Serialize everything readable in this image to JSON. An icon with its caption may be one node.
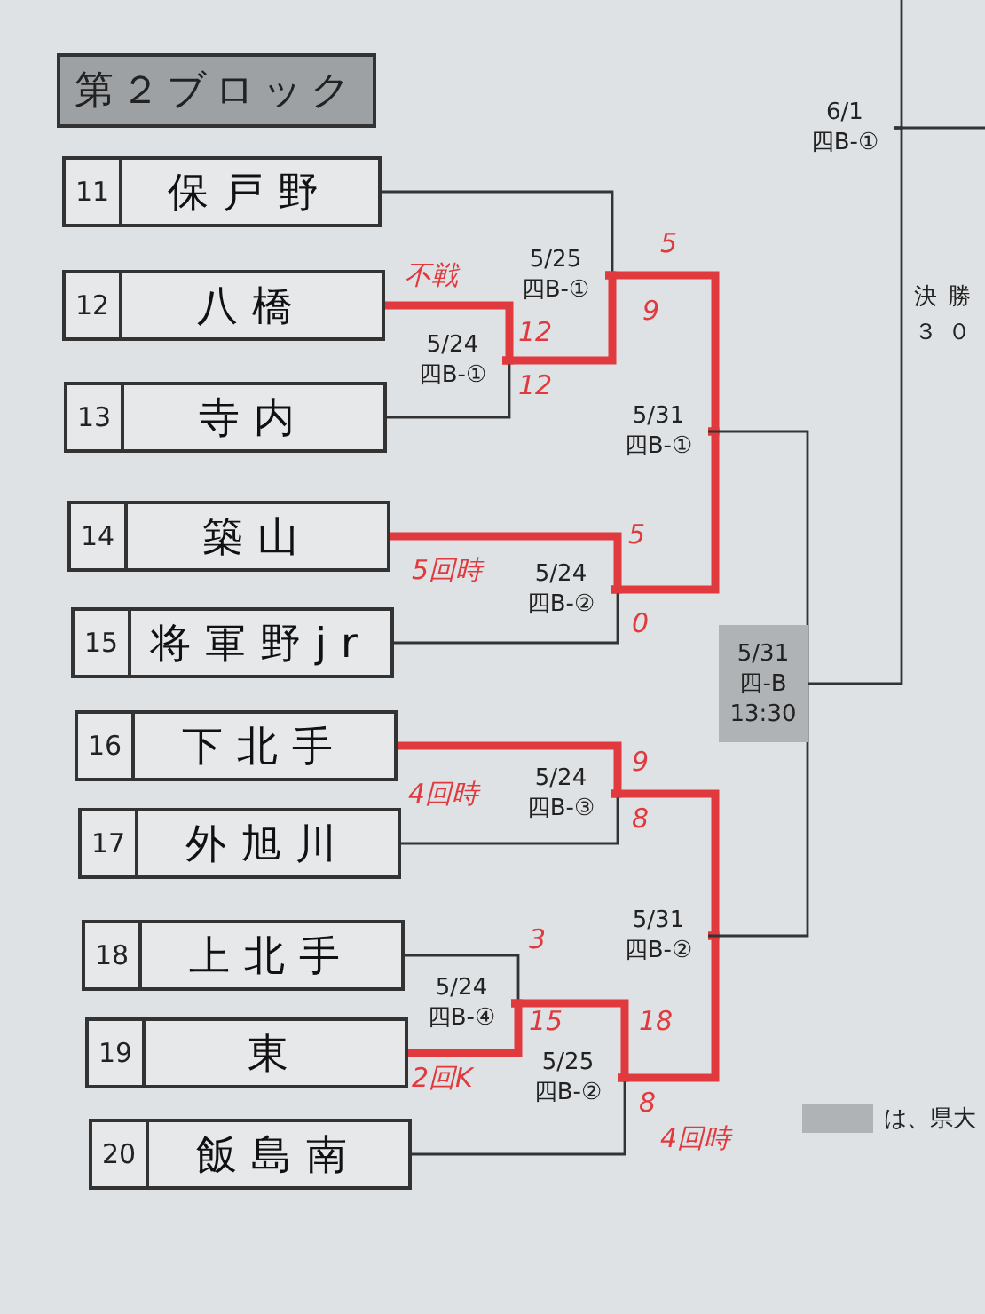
{
  "diagram": {
    "nodes": [
      {
        "text": [
          "第２ブロック"
        ]
      },
      {
        "text": [
          "11",
          "保戸野"
        ]
      },
      {
        "text": [
          "12",
          "八橋"
        ]
      },
      {
        "text": [
          "13",
          "寺内"
        ]
      },
      {
        "text": [
          "14",
          "築山"
        ]
      },
      {
        "text": [
          "15",
          "将軍野jr"
        ]
      },
      {
        "text": [
          "16",
          "下北手"
        ]
      },
      {
        "text": [
          "17",
          "外旭川"
        ]
      },
      {
        "text": [
          "18",
          "上北手"
        ]
      },
      {
        "text": [
          "19",
          "東"
        ]
      },
      {
        "text": [
          "20",
          "飯島南"
        ]
      },
      {
        "text": [
          "5/24",
          "四B-①"
        ]
      },
      {
        "text": [
          "5/25",
          "四B-①"
        ]
      },
      {
        "text": [
          "5/24",
          "四B-②"
        ]
      },
      {
        "text": [
          "5/31",
          "四B-①"
        ]
      },
      {
        "text": [
          "5/24",
          "四B-③"
        ]
      },
      {
        "text": [
          "5/24",
          "四B-④"
        ]
      },
      {
        "text": [
          "5/25",
          "四B-②"
        ]
      },
      {
        "text": [
          "5/31",
          "四B-②"
        ]
      },
      {
        "text": [
          "5/31",
          "四-B",
          "13:30"
        ]
      },
      {
        "text": [
          "6/1",
          "四B-①"
        ]
      }
    ],
    "edges": [
      {
        "from": 2,
        "to": 11,
        "arrow": "none",
        "style": "thick",
        "color": "#e0393e"
      },
      {
        "from": 3,
        "to": 11,
        "arrow": "none"
      },
      {
        "from": 1,
        "to": 12,
        "arrow": "none"
      },
      {
        "from": 11,
        "to": 12,
        "arrow": "none",
        "style": "thick",
        "color": "#e0393e"
      },
      {
        "from": 4,
        "to": 13,
        "arrow": "none",
        "style": "thick",
        "color": "#e0393e"
      },
      {
        "from": 5,
        "to": 13,
        "arrow": "none"
      },
      {
        "from": 12,
        "to": 14,
        "arrow": "none",
        "style": "thick",
        "color": "#e0393e"
      },
      {
        "from": 13,
        "to": 14,
        "arrow": "none",
        "style": "thick",
        "color": "#e0393e"
      },
      {
        "from": 6,
        "to": 15,
        "arrow": "none",
        "style": "thick",
        "color": "#e0393e"
      },
      {
        "from": 7,
        "to": 15,
        "arrow": "none"
      },
      {
        "from": 8,
        "to": 16,
        "arrow": "none"
      },
      {
        "from": 9,
        "to": 16,
        "arrow": "none",
        "style": "thick",
        "color": "#e0393e"
      },
      {
        "from": 16,
        "to": 17,
        "arrow": "none",
        "style": "thick",
        "color": "#e0393e"
      },
      {
        "from": 10,
        "to": 17,
        "arrow": "none"
      },
      {
        "from": 15,
        "to": 18,
        "arrow": "none",
        "style": "thick",
        "color": "#e0393e"
      },
      {
        "from": 17,
        "to": 18,
        "arrow": "none",
        "style": "thick",
        "color": "#e0393e"
      },
      {
        "from": 14,
        "to": 19,
        "arrow": "none"
      },
      {
        "from": 18,
        "to": 19,
        "arrow": "none"
      },
      {
        "from": 19,
        "to": 20,
        "arrow": "none"
      },
      {
        "from": null,
        "to": 20,
        "arrow": "none"
      },
      {
        "from": 20,
        "to": null,
        "arrow": "none"
      }
    ],
    "labels": [
      "不戦",
      "5",
      "12",
      "9",
      "12",
      "5",
      "5回時",
      "0",
      "9",
      "4回時",
      "8",
      "3",
      "15",
      "2回K",
      "18",
      "8",
      "4回時",
      "決勝",
      "３０"
    ],
    "legend": [
      {
        "text": "は、県大",
        "color": "#b0b3b6"
      }
    ]
  }
}
